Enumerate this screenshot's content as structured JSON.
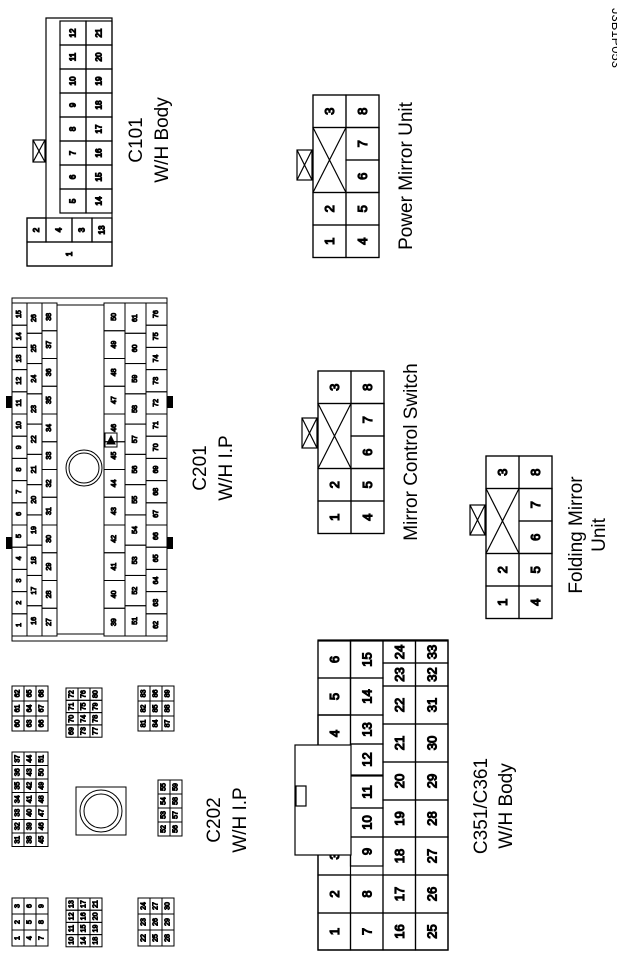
{
  "figure_code": "J3B1P053",
  "connectors": {
    "c101": {
      "name": "C101",
      "desc": "W/H Body",
      "row_top": [
        "12",
        "11",
        "10",
        "9",
        "8",
        "7",
        "6",
        "5",
        "4",
        "2"
      ],
      "row_mid": [
        "21",
        "20",
        "19",
        "18",
        "17",
        "16",
        "15",
        "14",
        "3"
      ],
      "row_bottom": [
        "13",
        "1"
      ]
    },
    "power_mirror": {
      "name": "Power Mirror Unit",
      "pins": [
        "1",
        "2",
        "3",
        "4",
        "5",
        "6",
        "7",
        "8"
      ]
    },
    "mirror_switch": {
      "name": "Mirror Control Switch",
      "pins": [
        "1",
        "2",
        "3",
        "4",
        "5",
        "6",
        "7",
        "8"
      ]
    },
    "folding_mirror": {
      "name_line1": "Folding Mirror",
      "name_line2": "Unit",
      "pins": [
        "1",
        "2",
        "3",
        "4",
        "5",
        "6",
        "7",
        "8"
      ]
    },
    "c201": {
      "name": "C201",
      "desc": "W/H I.P",
      "upper_r1": [
        "1",
        "2",
        "3",
        "4",
        "5",
        "6",
        "7",
        "8",
        "9",
        "10",
        "11",
        "12",
        "13",
        "14",
        "15"
      ],
      "upper_r2": [
        "16",
        "17",
        "18",
        "19",
        "20",
        "21",
        "22",
        "23",
        "24",
        "25",
        "26"
      ],
      "upper_r3": [
        "27",
        "28",
        "29",
        "30",
        "31",
        "32",
        "33",
        "34",
        "35",
        "36",
        "37",
        "38"
      ],
      "lower_r1": [
        "39",
        "40",
        "41",
        "42",
        "43",
        "44",
        "45",
        "46",
        "47",
        "48",
        "49",
        "50"
      ],
      "lower_r2": [
        "51",
        "52",
        "53",
        "54",
        "55",
        "56",
        "57",
        "58",
        "59",
        "60",
        "61"
      ],
      "lower_r3": [
        "62",
        "63",
        "64",
        "65",
        "66",
        "67",
        "68",
        "69",
        "70",
        "71",
        "72",
        "73",
        "74",
        "75",
        "76"
      ]
    },
    "c202": {
      "name": "C202",
      "desc": "W/H I.P",
      "block_a": [
        "1",
        "2",
        "3",
        "4",
        "5",
        "6",
        "7",
        "8",
        "9"
      ],
      "block_b": [
        "10",
        "11",
        "12",
        "13",
        "14",
        "15",
        "16",
        "17",
        "18",
        "19",
        "20",
        "21"
      ],
      "block_c": [
        "22",
        "23",
        "24",
        "25",
        "26",
        "27",
        "28",
        "29",
        "30"
      ],
      "block_d": [
        "31",
        "32",
        "33",
        "34",
        "35",
        "36",
        "37",
        "38",
        "39",
        "40",
        "41",
        "42",
        "43",
        "44",
        "45",
        "46",
        "47",
        "48",
        "49",
        "50",
        "51"
      ],
      "block_e": [
        "52",
        "53",
        "54",
        "55",
        "56",
        "57",
        "58",
        "59"
      ],
      "block_f": [
        "60",
        "61",
        "62",
        "63",
        "64",
        "65",
        "66",
        "67",
        "68"
      ],
      "block_g": [
        "69",
        "70",
        "71",
        "72",
        "73",
        "74",
        "75",
        "76",
        "77",
        "78",
        "79",
        "80"
      ],
      "block_h": [
        "81",
        "82",
        "83",
        "84",
        "85",
        "86",
        "87",
        "88",
        "89"
      ]
    },
    "c351": {
      "name": "C351/C361",
      "desc": "W/H Body",
      "row1": [
        "1",
        "2",
        "3",
        "4",
        "5",
        "6"
      ],
      "row2": [
        "7",
        "8",
        "9",
        "10",
        "11",
        "12",
        "13",
        "14",
        "15"
      ],
      "row3": [
        "16",
        "17",
        "18",
        "19",
        "20",
        "21",
        "22",
        "23",
        "24"
      ],
      "row4": [
        "25",
        "26",
        "27",
        "28",
        "29",
        "30",
        "31",
        "32",
        "33"
      ]
    }
  }
}
